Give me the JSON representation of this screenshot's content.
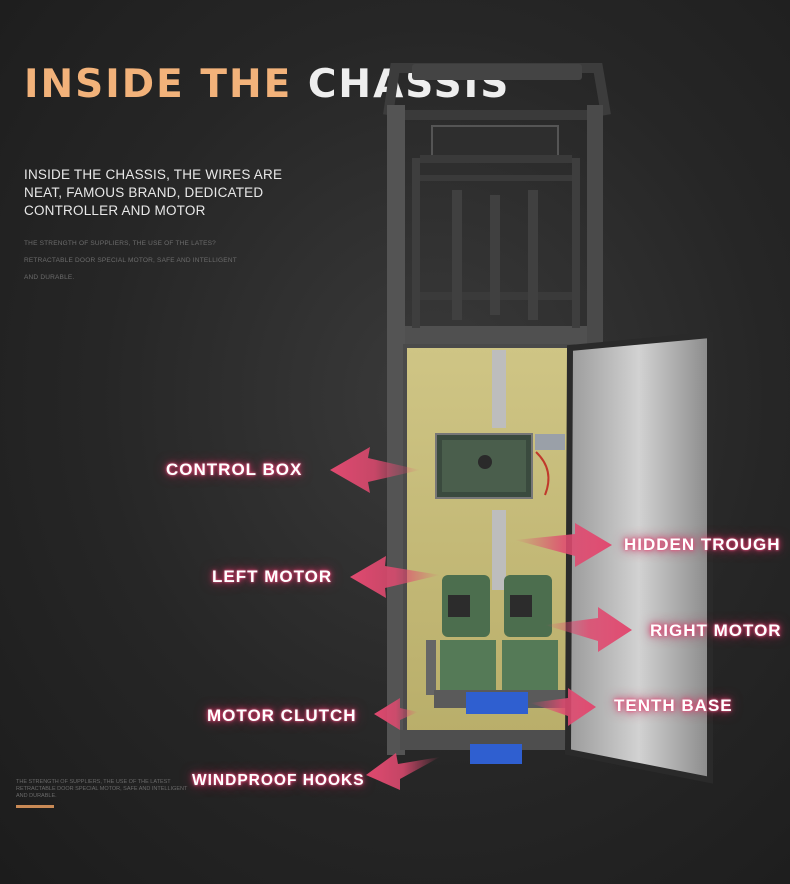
{
  "title": {
    "part1": "INSIDE THE",
    "part2": "CHASSIS"
  },
  "intro_text": "INSIDE THE CHASSIS, THE WIRES ARE NEAT, FAMOUS BRAND, DEDICATED CONTROLLER AND  MOTOR",
  "fine_print": [
    "THE STRENGTH OF SUPPLIERS, THE USE OF THE LATES?",
    "RETRACTABLE DOOR SPECIAL MOTOR, SAFE AND INTELLIGENT",
    "AND DURABLE."
  ],
  "fine_print_bottom": "THE STRENGTH OF SUPPLIERS, THE USE OF THE LATEST RETRACTABLE DOOR SPECIAL MOTOR, SAFE AND INTELLIGENT AND DURABLE.",
  "callouts": {
    "control_box": "CONTROL BOX",
    "hidden_trough": "HIDDEN TROUGH",
    "left_motor": "LEFT MOTOR",
    "right_motor": "RIGHT MOTOR",
    "motor_clutch": "MOTOR CLUTCH",
    "tenth_base": "TENTH BASE",
    "windproof_hooks": "WINDPROOF HOOKS"
  },
  "colors": {
    "title_accent": "#f2b27a",
    "arrow": "#e04a70",
    "panel": "#c9c07a",
    "motor": "#4c6e4e",
    "base_plate": "#2f5fd0"
  }
}
